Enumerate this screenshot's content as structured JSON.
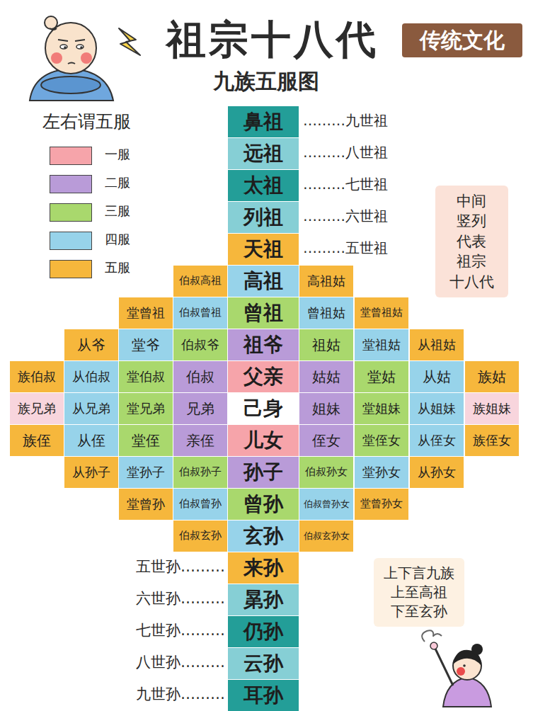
{
  "diagram": {
    "title": "祖宗十八代",
    "nodes": [
      {
        "text": [
          "传统文化"
        ]
      },
      {
        "text": [
          "鼻祖"
        ]
      },
      {
        "text": [
          "远祖"
        ]
      },
      {
        "text": [
          "太祖"
        ]
      },
      {
        "text": [
          "列祖"
        ]
      },
      {
        "text": [
          "中间 竖列 代表 祖宗 十八代"
        ]
      },
      {
        "text": [
          "天祖"
        ]
      },
      {
        "text": [
          "伯叔高祖"
        ]
      },
      {
        "text": [
          "高祖"
        ]
      },
      {
        "text": [
          "高祖姑"
        ]
      },
      {
        "text": [
          "堂曾祖"
        ]
      },
      {
        "text": [
          "伯叔曾祖"
        ]
      },
      {
        "text": [
          "曾祖"
        ]
      },
      {
        "text": [
          "曾祖姑"
        ]
      },
      {
        "text": [
          "堂曾祖姑"
        ]
      },
      {
        "text": [
          "从爷"
        ]
      },
      {
        "text": [
          "堂爷"
        ]
      },
      {
        "text": [
          "伯叔爷"
        ]
      },
      {
        "text": [
          "祖爷"
        ]
      },
      {
        "text": [
          "祖姑"
        ]
      },
      {
        "text": [
          "堂祖姑"
        ]
      },
      {
        "text": [
          "从祖姑"
        ]
      },
      {
        "text": [
          "族伯叔"
        ]
      },
      {
        "text": [
          "从伯叔"
        ]
      },
      {
        "text": [
          "堂伯叔"
        ]
      },
      {
        "text": [
          "伯叔"
        ]
      },
      {
        "text": [
          "父亲"
        ]
      },
      {
        "text": [
          "姑姑"
        ]
      },
      {
        "text": [
          "堂姑"
        ]
      },
      {
        "text": [
          "从姑"
        ]
      },
      {
        "text": [
          "族姑"
        ]
      },
      {
        "text": [
          "族兄弟"
        ]
      },
      {
        "text": [
          "从兄弟"
        ]
      },
      {
        "text": [
          "堂兄弟"
        ]
      },
      {
        "text": [
          "兄弟"
        ]
      },
      {
        "text": [
          "己身"
        ]
      },
      {
        "text": [
          "姐妹"
        ]
      },
      {
        "text": [
          "堂姐妹"
        ]
      },
      {
        "text": [
          "从姐妹"
        ]
      },
      {
        "text": [
          "族姐妹"
        ]
      },
      {
        "text": [
          "族侄"
        ]
      },
      {
        "text": [
          "从侄"
        ]
      },
      {
        "text": [
          "堂侄"
        ]
      },
      {
        "text": [
          "亲侄"
        ]
      },
      {
        "text": [
          "儿女"
        ]
      },
      {
        "text": [
          "侄女"
        ]
      },
      {
        "text": [
          "堂侄女"
        ]
      },
      {
        "text": [
          "从侄女"
        ]
      },
      {
        "text": [
          "族侄女"
        ]
      },
      {
        "text": [
          "从孙子"
        ]
      },
      {
        "text": [
          "堂孙子"
        ]
      },
      {
        "text": [
          "伯叔孙子"
        ]
      },
      {
        "text": [
          "孙子"
        ]
      },
      {
        "text": [
          "伯叔孙女"
        ]
      },
      {
        "text": [
          "堂孙女"
        ]
      },
      {
        "text": [
          "从孙女"
        ]
      },
      {
        "text": [
          "堂曾孙"
        ]
      },
      {
        "text": [
          "伯叔曾孙"
        ]
      },
      {
        "text": [
          "曾孙"
        ]
      },
      {
        "text": [
          "伯叔曾孙女"
        ]
      },
      {
        "text": [
          "堂曾孙女"
        ]
      },
      {
        "text": [
          "伯叔玄孙"
        ]
      },
      {
        "text": [
          "玄孙"
        ]
      },
      {
        "text": [
          "伯叔玄孙女"
        ]
      },
      {
        "text": [
          "来孙"
        ]
      },
      {
        "text": [
          "上下言九族 上至高祖 下至玄孙"
        ]
      },
      {
        "text": [
          "晜孙"
        ]
      },
      {
        "text": [
          "仍孙"
        ]
      },
      {
        "text": [
          "云孙"
        ]
      },
      {
        "text": [
          "耳孙"
        ]
      }
    ],
    "labels": [
      "九族五服图",
      "左右谓五服",
      "………九世祖",
      "………八世祖",
      "………七世祖",
      "………六世祖",
      "………五世祖",
      "五世孙………",
      "六世孙………",
      "七世孙………",
      "八世孙………",
      "九世孙………"
    ],
    "legend": [
      {
        "text": "一服",
        "color": "#f6a4aa"
      },
      {
        "text": "二服",
        "color": "#b99bd8"
      },
      {
        "text": "三服",
        "color": "#a9d86d"
      },
      {
        "text": "四服",
        "color": "#97d3ea"
      },
      {
        "text": "五服",
        "color": "#f6b73c"
      }
    ]
  }
}
